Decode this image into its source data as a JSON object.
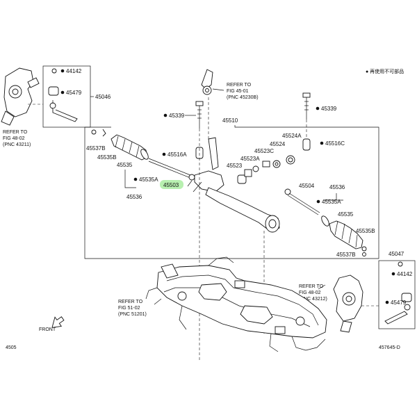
{
  "legend": {
    "note": "● 再使用不可部品"
  },
  "labels": {
    "p44142_left": "44142",
    "p45479_left": "45479",
    "p45046": "45046",
    "p45339_a": "45339",
    "p45339_b": "45339",
    "p45510": "45510",
    "p45537b_left": "45537B",
    "p45535b_left": "45535B",
    "p45535_left": "45535",
    "p45535a_left": "45535A",
    "p45536_left": "45536",
    "p45516a": "45516A",
    "p45503": "45503",
    "p45523": "45523",
    "p45523a": "45523A",
    "p45523c": "45523C",
    "p45524": "45524",
    "p45524a": "45524A",
    "p45516c": "45516C",
    "p45504": "45504",
    "p45536_right": "45536",
    "p45535a_right": "45535A",
    "p45535_right": "45535",
    "p45535b_right": "45535B",
    "p45537b_right": "45537B",
    "p45047": "45047",
    "p44142_right": "44142",
    "p45479_right": "45479"
  },
  "refs": {
    "left_fig": [
      "REFER TO",
      "FIG 48-02",
      "(PNC 43211)"
    ],
    "top_fig": [
      "REFER TO",
      "FIG 45-01",
      "(PNC 45230B)"
    ],
    "right_fig": [
      "REFER TO",
      "FIG 48-02",
      "(PNC 43212)"
    ],
    "bottom_fig": [
      "REFER TO",
      "FIG 51-02",
      "(PNC 51201)"
    ]
  },
  "front_label": "FRONT",
  "footer": {
    "left": "4505",
    "right": "457645-D"
  },
  "colors": {
    "highlight": "#b8f0b0",
    "ink": "#111111"
  }
}
